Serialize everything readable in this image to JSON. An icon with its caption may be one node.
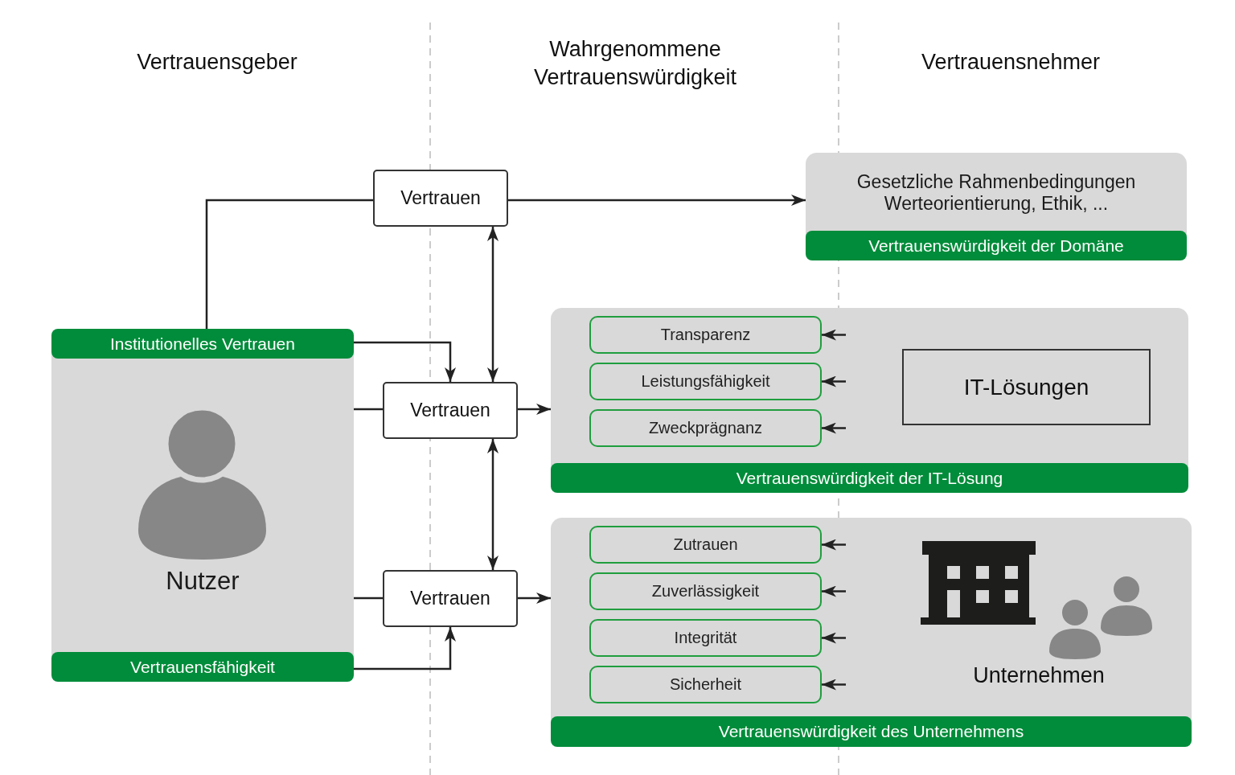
{
  "diagram": {
    "nodes": [
      {
        "text": [
          "Nutzer"
        ]
      },
      {
        "text": [
          "Institutionelles Vertrauen"
        ],
        "in": 0
      },
      {
        "text": [
          "Vertrauensfähigkeit"
        ],
        "in": 0
      },
      {
        "text": [
          "Vertrauen"
        ]
      },
      {
        "text": [
          "Vertrauen"
        ]
      },
      {
        "text": [
          "Vertrauen"
        ]
      },
      {
        "text": [
          "Gesetzliche Rahmenbedingungen Werteorientierung, Ethik, ..."
        ]
      },
      {
        "text": [
          "Vertrauenswürdigkeit der Domäne"
        ],
        "in": 6
      },
      {
        "text": [],
        "shape": "box"
      },
      {
        "text": [
          "Transparenz"
        ],
        "in": 8
      },
      {
        "text": [
          "Leistungsfähigkeit"
        ],
        "in": 8
      },
      {
        "text": [
          "Zweckprägnanz"
        ],
        "in": 8
      },
      {
        "text": [
          "IT-Lösungen"
        ],
        "in": 8
      },
      {
        "text": [
          "Vertrauenswürdigkeit der IT-Lösung"
        ],
        "in": 8
      },
      {
        "text": [],
        "shape": "box"
      },
      {
        "text": [
          "Zutrauen"
        ],
        "in": 14
      },
      {
        "text": [
          "Zuverlässigkeit"
        ],
        "in": 14
      },
      {
        "text": [
          "Integrität"
        ],
        "in": 14
      },
      {
        "text": [
          "Sicherheit"
        ],
        "in": 14
      },
      {
        "text": [
          "Vertrauenswürdigkeit des Unternehmens"
        ],
        "in": 14
      }
    ],
    "edges": [
      {
        "from": 1,
        "to": 3,
        "arrow": "none"
      },
      {
        "from": 3,
        "to": 6,
        "arrow": "to"
      },
      {
        "from": 1,
        "to": 4,
        "arrow": "to"
      },
      {
        "from": 3,
        "to": 4,
        "arrow": "both"
      },
      {
        "from": 4,
        "to": 5,
        "arrow": "both"
      },
      {
        "from": 0,
        "to": 4,
        "arrow": "none"
      },
      {
        "from": 0,
        "to": 5,
        "arrow": "none"
      },
      {
        "from": 2,
        "to": 5,
        "arrow": "to"
      },
      {
        "from": 4,
        "to": 8,
        "arrow": "to"
      },
      {
        "from": 5,
        "to": 14,
        "arrow": "to"
      },
      {
        "from": null,
        "to": 9,
        "arrow": "to"
      },
      {
        "from": null,
        "to": 10,
        "arrow": "to"
      },
      {
        "from": null,
        "to": 11,
        "arrow": "to"
      },
      {
        "from": null,
        "to": 15,
        "arrow": "to"
      },
      {
        "from": null,
        "to": 16,
        "arrow": "to"
      },
      {
        "from": null,
        "to": 17,
        "arrow": "to"
      },
      {
        "from": null,
        "to": 18,
        "arrow": "to"
      }
    ],
    "labels": [
      "Vertrauensgeber",
      "Wahrgenommene Vertrauenswürdigkeit",
      "Vertrauensnehmer",
      "Unternehmen"
    ]
  }
}
